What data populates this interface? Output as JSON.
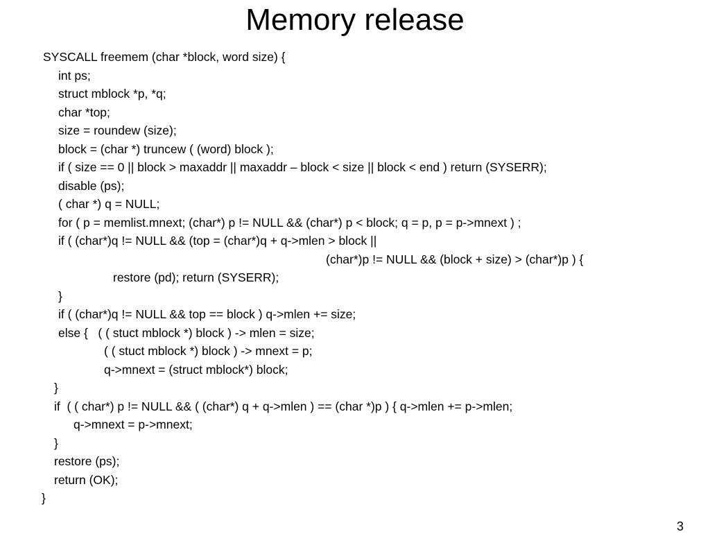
{
  "slide": {
    "title": "Memory release",
    "page_number": "3",
    "code_lines": [
      "SYSCALL freemem (char *block, word size) {",
      "int ps;",
      "struct mblock *p, *q;",
      "char *top;",
      "size = roundew (size);",
      "block = (char *) truncew ( (word) block );",
      "if ( size == 0 || block > maxaddr || maxaddr – block < size || block < end ) return (SYSERR);",
      "disable (ps);",
      "( char *) q = NULL;",
      "for ( p = memlist.mnext; (char*) p != NULL && (char*) p < block; q = p, p = p->mnext ) ;",
      "if ( (char*)q != NULL && (top = (char*)q + q->mlen > block ||",
      "(char*)p != NULL && (block + size) > (char*)p ) {",
      "restore (pd); return (SYSERR);",
      "}",
      "if ( (char*)q != NULL && top == block ) q->mlen += size;",
      "else {   ( ( stuct mblock *) block ) -> mlen = size;",
      "( ( stuct mblock *) block ) -> mnext = p;",
      "q->mnext = (struct mblock*) block;",
      "}",
      "if  ( ( char*) p != NULL && ( (char*) q + q->mlen ) == (char *)p ) { q->mlen += p->mlen;",
      "q->mnext = p->mnext;",
      "}",
      "restore (ps);",
      "return (OK);",
      "}"
    ]
  }
}
